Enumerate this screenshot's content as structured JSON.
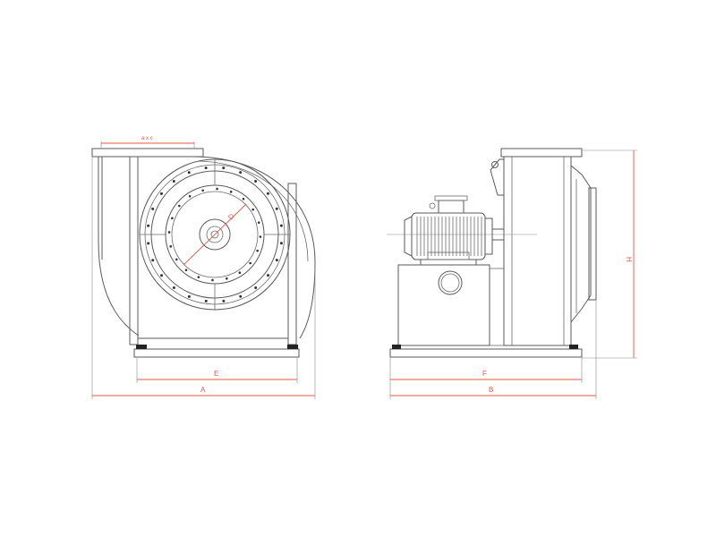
{
  "views": {
    "front": {
      "name": "front-view"
    },
    "side": {
      "name": "side-view"
    }
  },
  "dimensions": {
    "top_opening": "a x c",
    "base_width_front": "E",
    "overall_width_front": "A",
    "base_length_side": "F",
    "overall_length_side": "B",
    "overall_height": "H",
    "inlet_diameter": "D"
  },
  "colors": {
    "outline": "#5a5a5a",
    "dimension": "#e05a4a",
    "background": "#ffffff"
  }
}
